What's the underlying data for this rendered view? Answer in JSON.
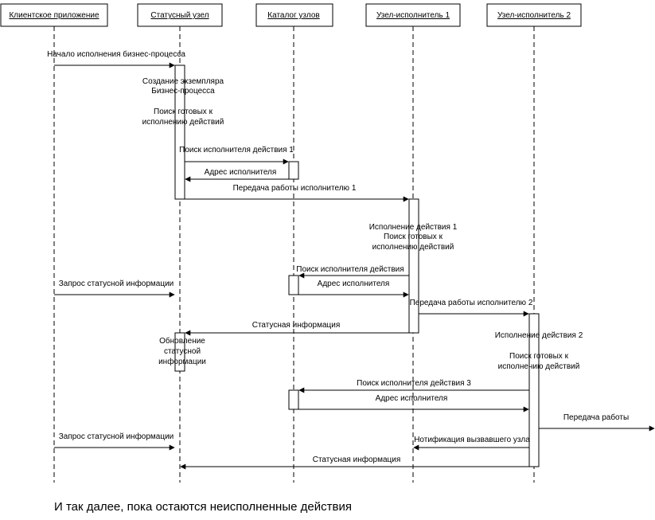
{
  "participants": [
    {
      "id": "client",
      "label": "Клиентское приложение"
    },
    {
      "id": "status",
      "label": "Статусный узел"
    },
    {
      "id": "catalog",
      "label": "Каталог узлов"
    },
    {
      "id": "exec1",
      "label": "Узел-исполнитель 1"
    },
    {
      "id": "exec2",
      "label": "Узел-исполнитель 2"
    }
  ],
  "messages": [
    {
      "from": "client",
      "to": "status",
      "label": "Начало исполнения бизнес-процесса"
    },
    {
      "from": "status",
      "to": "catalog",
      "label": "Поиск исполнителя действия 1"
    },
    {
      "from": "catalog",
      "to": "status",
      "label": "Адрес исполнителя"
    },
    {
      "from": "status",
      "to": "exec1",
      "label": "Передача работы исполнителю 1"
    },
    {
      "from": "exec1",
      "to": "catalog",
      "label": "Поиск исполнителя действия"
    },
    {
      "from": "client",
      "to": "status",
      "label": "Запрос статусной информации"
    },
    {
      "from": "catalog",
      "to": "exec1",
      "label": "Адрес исполнителя"
    },
    {
      "from": "exec1",
      "to": "exec2",
      "label": "Передача работы исполнителю 2"
    },
    {
      "from": "exec1",
      "to": "status",
      "label": "Статусная информация"
    },
    {
      "from": "exec2",
      "to": "catalog",
      "label": "Поиск исполнителя действия 3"
    },
    {
      "from": "catalog",
      "to": "exec2",
      "label": "Адрес исполнителя"
    },
    {
      "from": "exec2",
      "to": "external",
      "label": "Передача работы"
    },
    {
      "from": "client",
      "to": "status",
      "label": "Запрос статусной информации"
    },
    {
      "from": "exec2",
      "to": "exec1",
      "label": "Нотификация вызвавшего узла"
    },
    {
      "from": "exec2",
      "to": "status",
      "label": "Статусная информация"
    }
  ],
  "notes": [
    {
      "on": "status",
      "lines": [
        "Создание экземпляра",
        "Бизнес-процесса"
      ]
    },
    {
      "on": "status",
      "lines": [
        "Поиск готовых к",
        "исполнению действий"
      ]
    },
    {
      "on": "exec1",
      "lines": [
        "Исполнение действия 1",
        "Поиск готовых к",
        "исполнению действий"
      ]
    },
    {
      "on": "exec2",
      "lines": [
        "Исполнение действия 2"
      ]
    },
    {
      "on": "exec2",
      "lines": [
        "Поиск готовых к",
        "исполнению действий"
      ]
    },
    {
      "on": "status",
      "lines": [
        "Обновление",
        "статусной",
        "информации"
      ]
    }
  ],
  "footer": "И так далее, пока остаются неисполненные действия"
}
